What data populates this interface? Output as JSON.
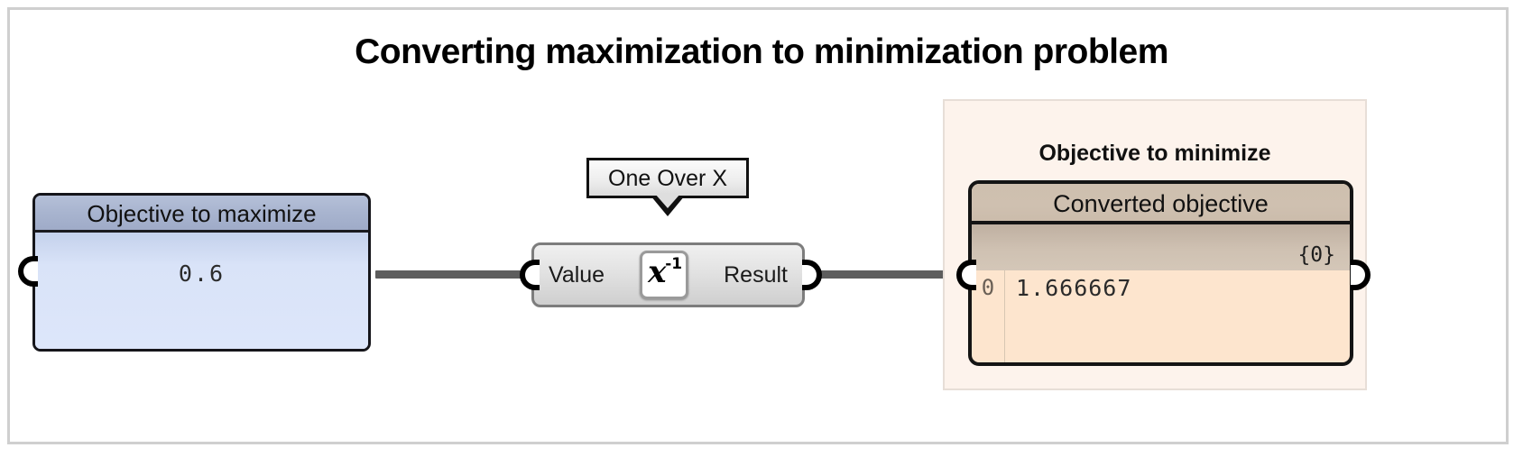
{
  "page": {
    "title": "Converting maximization to minimization problem",
    "background": "#ffffff",
    "frame_border_color": "#cfcfcf"
  },
  "nodes": {
    "objective_max": {
      "header": "Objective to maximize",
      "value": "0.6",
      "header_color": "#a8b4cf",
      "body_color": "#dbe5f9",
      "input_port_name": "input-port"
    },
    "one_over_x": {
      "tooltip_label": "One Over X",
      "input_label": "Value",
      "output_label": "Result",
      "icon_base": "x",
      "icon_exponent": "-1",
      "icon_name": "one-over-x-icon",
      "body_color": "#e2e2e2"
    },
    "objective_min": {
      "group_label": "Objective to minimize",
      "group_color": "#fdf3ec",
      "panel_header": "Converted objective",
      "panel_header_color": "#cfc0b0",
      "path_label": "{0}",
      "rows": [
        {
          "index": "0",
          "value": "1.666667"
        }
      ],
      "body_color": "#fde5ce"
    }
  },
  "wires": [
    {
      "name": "wire-max-to-value",
      "color": "#5d5d5d"
    },
    {
      "name": "wire-result-to-converted",
      "color": "#5d5d5d"
    }
  ]
}
